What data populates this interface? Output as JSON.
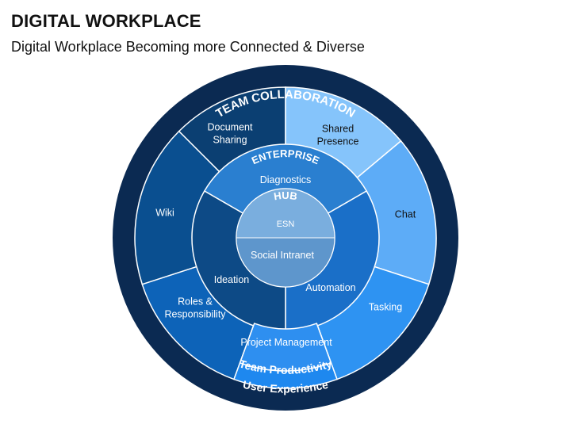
{
  "header": {
    "title": "DIGITAL WORKPLACE",
    "subtitle": "Digital Workplace Becoming more Connected & Diverse"
  },
  "diagram": {
    "arc_labels": {
      "team_collaboration": "TEAM COLLABORATION",
      "enterprise": "ENTERPRISE",
      "hub": "HUB",
      "team_productivity": "Team Productivity",
      "user_experience": "User Experience"
    },
    "outer_segments": [
      {
        "key": "document_sharing",
        "lines": [
          "Document",
          "Sharing"
        ],
        "color": "#0b3f72",
        "text_color": "#ffffff"
      },
      {
        "key": "shared_presence",
        "lines": [
          "Shared",
          "Presence"
        ],
        "color": "#85c4fb",
        "text_color": "#111111"
      },
      {
        "key": "chat",
        "lines": [
          "Chat"
        ],
        "color": "#5dacf7",
        "text_color": "#111111"
      },
      {
        "key": "tasking",
        "lines": [
          "Tasking"
        ],
        "color": "#2e93f2",
        "text_color": "#ffffff"
      },
      {
        "key": "roles_responsibility",
        "lines": [
          "Roles &",
          "Responsibility"
        ],
        "color": "#0d63b8",
        "text_color": "#ffffff"
      },
      {
        "key": "wiki",
        "lines": [
          "Wiki"
        ],
        "color": "#0a4f90",
        "text_color": "#ffffff"
      }
    ],
    "middle_segments": [
      {
        "key": "diagnostics",
        "label": "Diagnostics",
        "color": "#2a7fd0",
        "text_color": "#ffffff"
      },
      {
        "key": "automation",
        "label": "Automation",
        "color": "#1a6fc8",
        "text_color": "#ffffff"
      },
      {
        "key": "project_management",
        "label": "Project Management",
        "color": "#2e8ff0",
        "text_color": "#ffffff"
      },
      {
        "key": "ideation",
        "label": "Ideation",
        "color": "#0d4a86",
        "text_color": "#ffffff"
      }
    ],
    "hub_segments": [
      {
        "key": "esn",
        "label": "ESN",
        "color": "#7aaede",
        "text_color": "#ffffff"
      },
      {
        "key": "social_intranet",
        "label": "Social Intranet",
        "color": "#5e96cc",
        "text_color": "#ffffff"
      }
    ],
    "colors": {
      "outer_ring": "#0b2a52",
      "team_productivity_band": "#1e88ef",
      "segment_border": "#ffffff"
    }
  }
}
